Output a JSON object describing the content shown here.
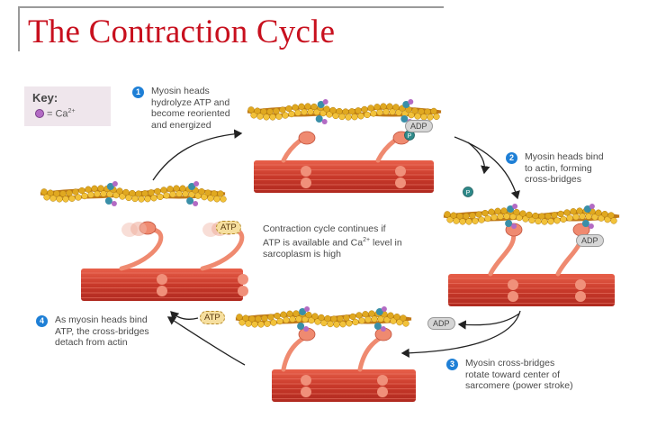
{
  "title": "The Contraction Cycle",
  "key": {
    "label": "Key:",
    "symbol_text": "= Ca",
    "symbol_sup": "2+",
    "symbol_icon": "calcium-ion-dot",
    "symbol_color": "#b36bc4"
  },
  "steps": [
    {
      "number": "1",
      "lines": [
        "Myosin heads",
        "hydrolyze ATP and",
        "become reoriented",
        "and energized"
      ]
    },
    {
      "number": "2",
      "lines": [
        "Myosin heads bind",
        "to actin, forming",
        "cross-bridges"
      ]
    },
    {
      "number": "3",
      "lines": [
        "Myosin cross-bridges",
        "rotate toward center of",
        "sarcomere (power stroke)"
      ]
    },
    {
      "number": "4",
      "lines": [
        "As myosin heads bind",
        "ATP, the cross-bridges",
        "detach from actin"
      ]
    }
  ],
  "center_note": {
    "line1": "Contraction cycle continues if",
    "line2_pre": "ATP is available and Ca",
    "line2_sup": "2+",
    "line2_post": " level in",
    "line3": "sarcoplasm is high"
  },
  "molecule_labels": {
    "adp_top": "ADP",
    "adp_right": "ADP",
    "adp_released": "ADP",
    "atp_left": "ATP",
    "atp_incoming": "ATP",
    "phosphate": "P"
  },
  "colors": {
    "title": "#c8101e",
    "step_badge": "#1e7fd6",
    "actin": "#e0a820",
    "myosin": "#d84a32",
    "myosin_head": "#ef8a70",
    "troponin": "#3a8fa8",
    "calcium": "#b36bc4"
  }
}
